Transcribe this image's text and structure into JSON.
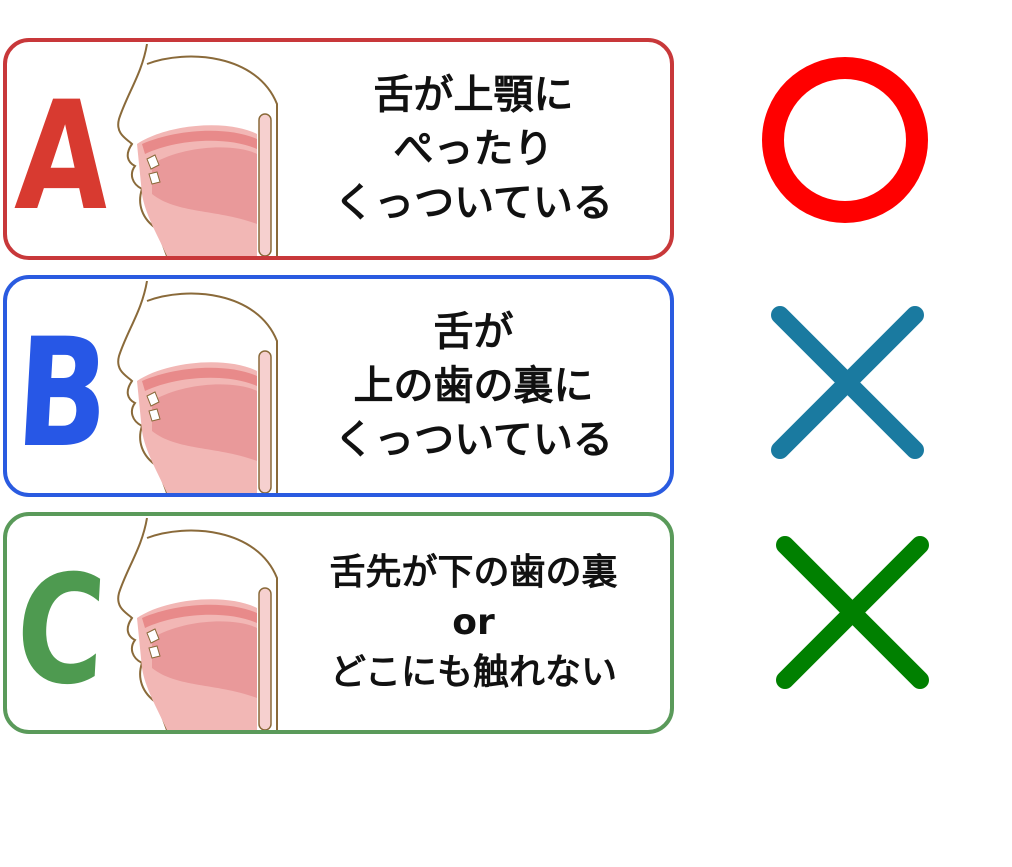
{
  "panels": [
    {
      "letter": "A",
      "lines": [
        "舌が上顎に",
        "ぺったり",
        "くっついている"
      ],
      "result": "correct",
      "color": "#c8383a"
    },
    {
      "letter": "B",
      "lines": [
        "舌が",
        "上の歯の裏に",
        "くっついている"
      ],
      "result": "incorrect",
      "color": "#2a5be0"
    },
    {
      "letter": "C",
      "lines": [
        "舌先が下の歯の裏",
        "or",
        "どこにも触れない"
      ],
      "result": "incorrect",
      "color": "#5a9a5a"
    }
  ],
  "colors": {
    "circle": "#ff0000",
    "cross_b": "#1a7aa0",
    "cross_c": "#008000"
  }
}
